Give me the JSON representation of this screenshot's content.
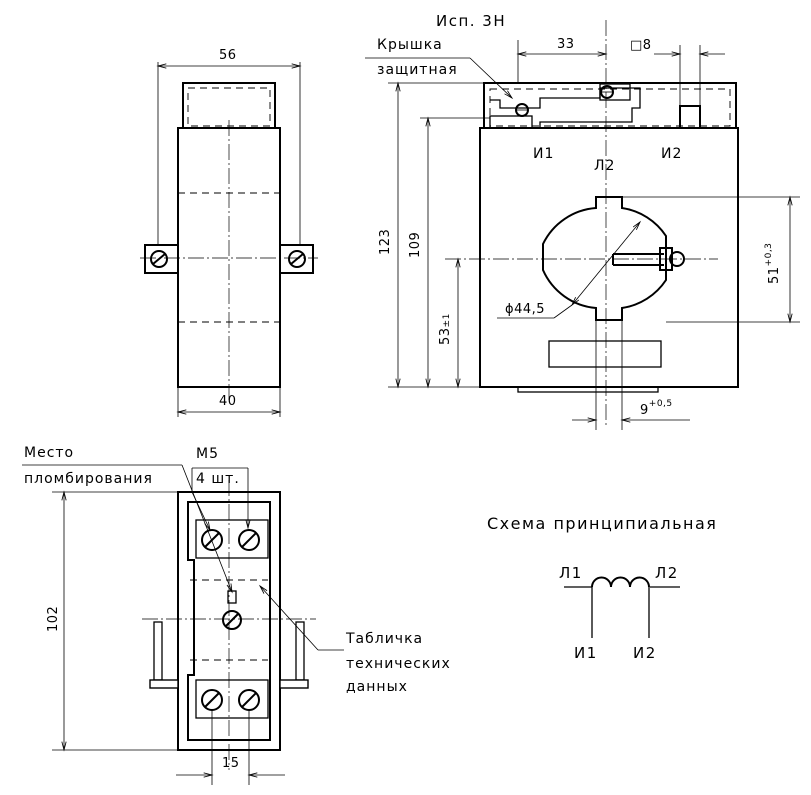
{
  "title": "Исп. 3Н",
  "labels": {
    "cover_1": "Крышка",
    "cover_2": "защитная",
    "seal_1": "Место",
    "seal_2": "пломбирования",
    "screw_1": "М5",
    "screw_2": "4 шт.",
    "plate_1": "Табличка",
    "plate_2": "технических",
    "plate_3": "данных",
    "terminal_i1": "И1",
    "terminal_i2": "И2",
    "terminal_l2": "Л2"
  },
  "dimensions": {
    "d56": "56",
    "d40": "40",
    "d33": "33",
    "sq8": "□8",
    "d123": "123",
    "d109": "109",
    "d53": "53",
    "d53_tol": "±1",
    "d51": "51",
    "d51_tol": "+0,3",
    "d9": "9",
    "d9_tol": "+0,5",
    "d_hole": "ϕ44,5",
    "d102": "102",
    "d15": "15"
  },
  "schematic": {
    "title": "Схема принципиальная",
    "l1": "Л1",
    "l2": "Л2",
    "i1": "И1",
    "i2": "И2"
  }
}
